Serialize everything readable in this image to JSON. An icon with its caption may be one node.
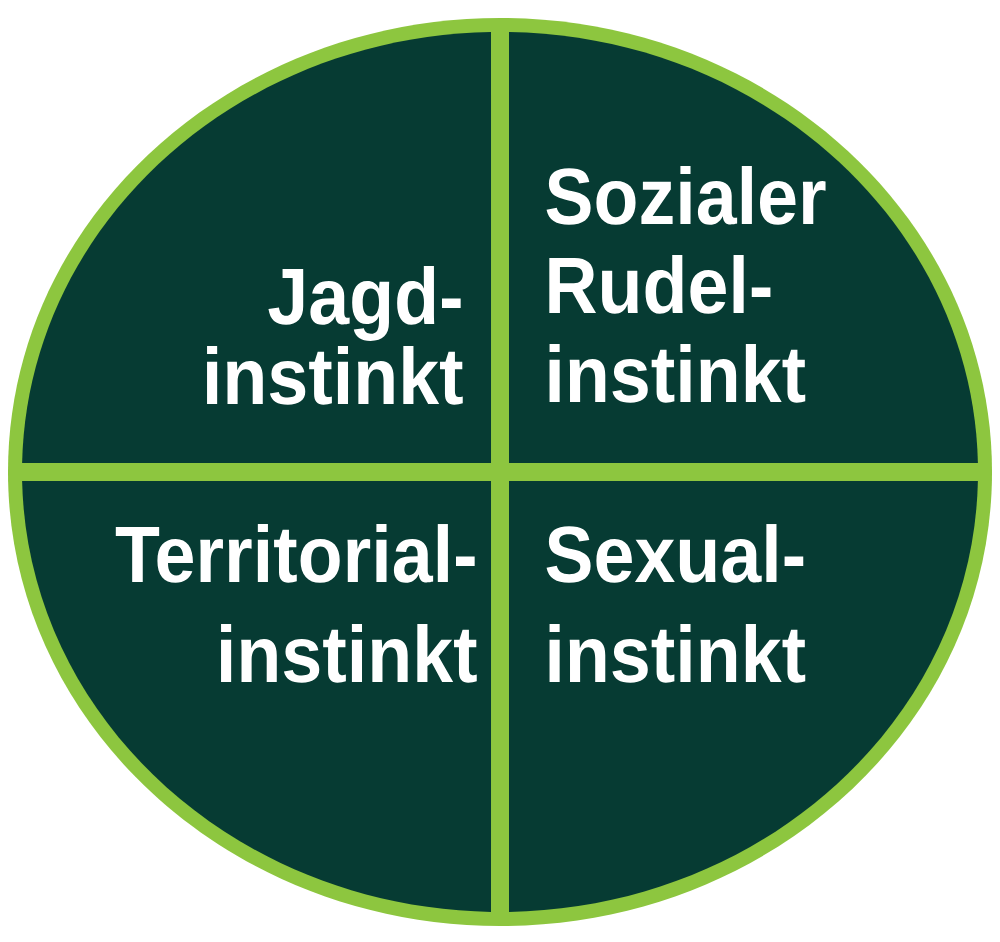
{
  "diagram": {
    "nodes": [
      {
        "text": [],
        "shape": "circle"
      },
      {
        "text": [
          "Jagd- instinkt"
        ],
        "in": 0
      },
      {
        "text": [
          "Sozialer Rudel- instinkt"
        ],
        "in": 0
      },
      {
        "text": [
          "Territorial- instinkt"
        ],
        "in": 0
      },
      {
        "text": [
          "Sexual- instinkt"
        ],
        "in": 0
      }
    ]
  }
}
